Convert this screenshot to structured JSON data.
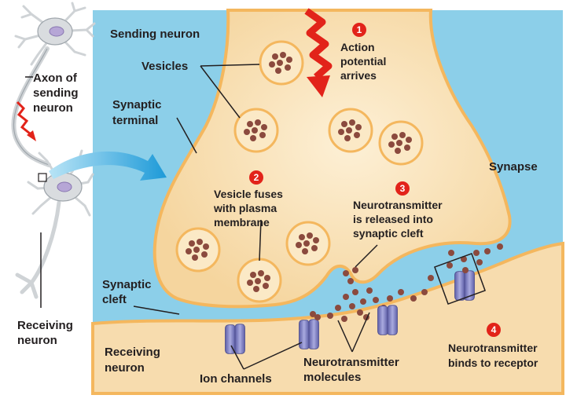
{
  "labels": {
    "axon_of_sending_neuron": [
      "Axon of",
      "sending",
      "neuron"
    ],
    "receiving_neuron_left": [
      "Receiving",
      "neuron"
    ],
    "sending_neuron": "Sending neuron",
    "vesicles": "Vesicles",
    "synaptic_terminal": [
      "Synaptic",
      "terminal"
    ],
    "synapse": "Synapse",
    "synaptic_cleft": [
      "Synaptic",
      "cleft"
    ],
    "receiving_neuron_bottom": [
      "Receiving",
      "neuron"
    ],
    "ion_channels": "Ion channels",
    "neurotransmitter_molecules": [
      "Neurotransmitter",
      "molecules"
    ]
  },
  "steps": [
    {
      "number": "1",
      "text": [
        "Action",
        "potential",
        "arrives"
      ]
    },
    {
      "number": "2",
      "text": [
        "Vesicle fuses",
        "with plasma",
        "membrane"
      ]
    },
    {
      "number": "3",
      "text": [
        "Neurotransmitter",
        "is released into",
        "synaptic cleft"
      ]
    },
    {
      "number": "4",
      "text": [
        "Neurotransmitter",
        "binds to receptor"
      ]
    }
  ],
  "colors": {
    "background_cleft": "#8ccfe9",
    "terminal_fill": "#f7dcae",
    "terminal_outline": "#f4b75e",
    "vesicle_fill": "#fbe9c6",
    "molecule": "#8b4a3e",
    "channel": "#7e7fc4",
    "step_badge": "#e2231a",
    "arrow_red": "#e2231a",
    "arrow_blue": "#2ea3dc"
  }
}
